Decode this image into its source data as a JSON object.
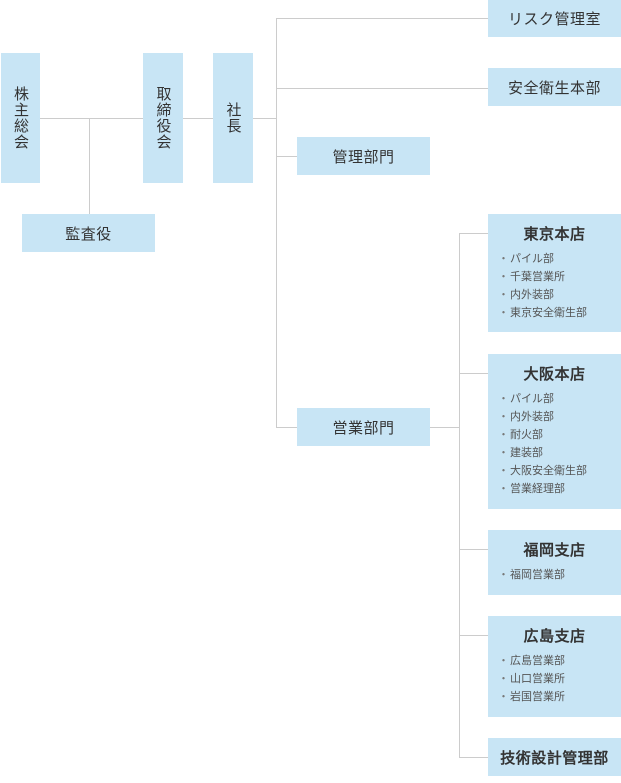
{
  "top": {
    "shareholders": "株主総会",
    "auditor": "監査役",
    "board": "取締役会",
    "president": "社長"
  },
  "staff": {
    "risk": "リスク管理室",
    "safety": "安全衛生本部",
    "admin": "管理部門",
    "sales": "営業部門"
  },
  "branches": [
    {
      "title": "東京本店",
      "items": [
        "パイル部",
        "千葉営業所",
        "内外装部",
        "東京安全衛生部"
      ]
    },
    {
      "title": "大阪本店",
      "items": [
        "パイル部",
        "内外装部",
        "耐火部",
        "建装部",
        "大阪安全衛生部",
        "営業経理部"
      ]
    },
    {
      "title": "福岡支店",
      "items": [
        "福岡営業部"
      ]
    },
    {
      "title": "広島支店",
      "items": [
        "広島営業部",
        "山口営業所",
        "岩国営業所"
      ]
    }
  ],
  "tech": "技術設計管理部",
  "bullet": "・"
}
